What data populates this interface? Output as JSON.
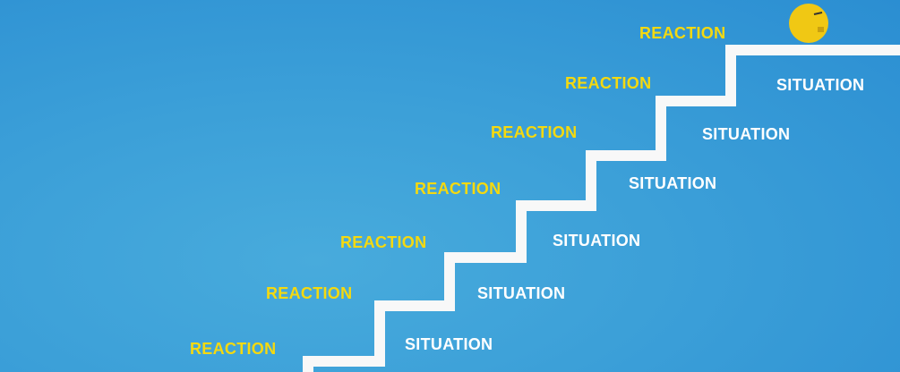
{
  "reactions": [
    "REACTION",
    "REACTION",
    "REACTION",
    "REACTION",
    "REACTION",
    "REACTION",
    "REACTION"
  ],
  "situations": [
    "SITUATION",
    "SITUATION",
    "SITUATION",
    "SITUATION",
    "SITUATION",
    "SITUATION"
  ],
  "colors": {
    "reaction": "#f5d90f",
    "situation": "#ffffff",
    "stairs": "#ffffff",
    "ball": "#f0c814",
    "background": "#3b9fd8"
  }
}
